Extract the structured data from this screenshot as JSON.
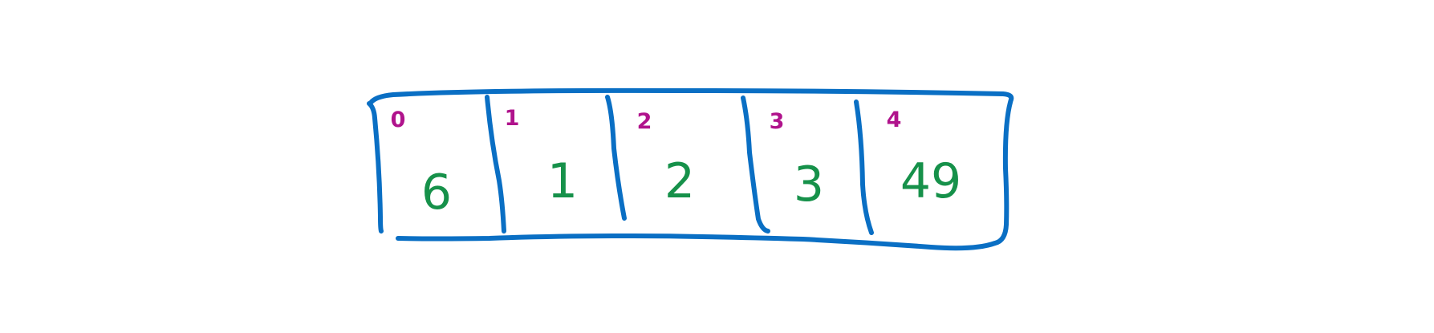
{
  "colors": {
    "outline": "#0a6fc4",
    "index": "#b0138c",
    "value": "#16914a"
  },
  "array": {
    "indices": [
      "0",
      "1",
      "2",
      "3",
      "4"
    ],
    "values": [
      "6",
      "1",
      "2",
      "3",
      "49"
    ]
  }
}
